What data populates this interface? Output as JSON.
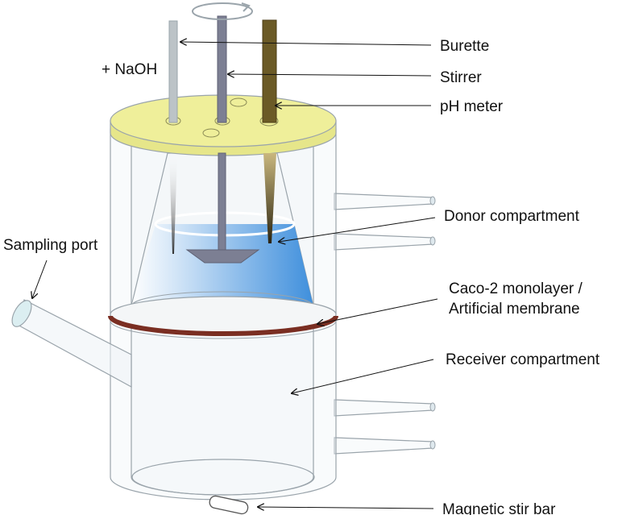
{
  "labels": {
    "burette": "Burette",
    "naoh": "+ NaOH",
    "stirrer": "Stirrer",
    "ph_meter": "pH meter",
    "donor": "Donor compartment",
    "sampling": "Sampling port",
    "membrane_line1": "Caco-2 monolayer /",
    "membrane_line2": "Artificial membrane",
    "receiver": "Receiver compartment",
    "stir_bar": "Magnetic stir bar"
  },
  "colors": {
    "lid": "#efef9a",
    "donor_liquid": "#3f8fdc",
    "membrane": "#7a2e22",
    "stirrer_rod": "#7c7f93",
    "ph_probe": "#6b5a26",
    "burette_tube": "#bcc3c7"
  }
}
